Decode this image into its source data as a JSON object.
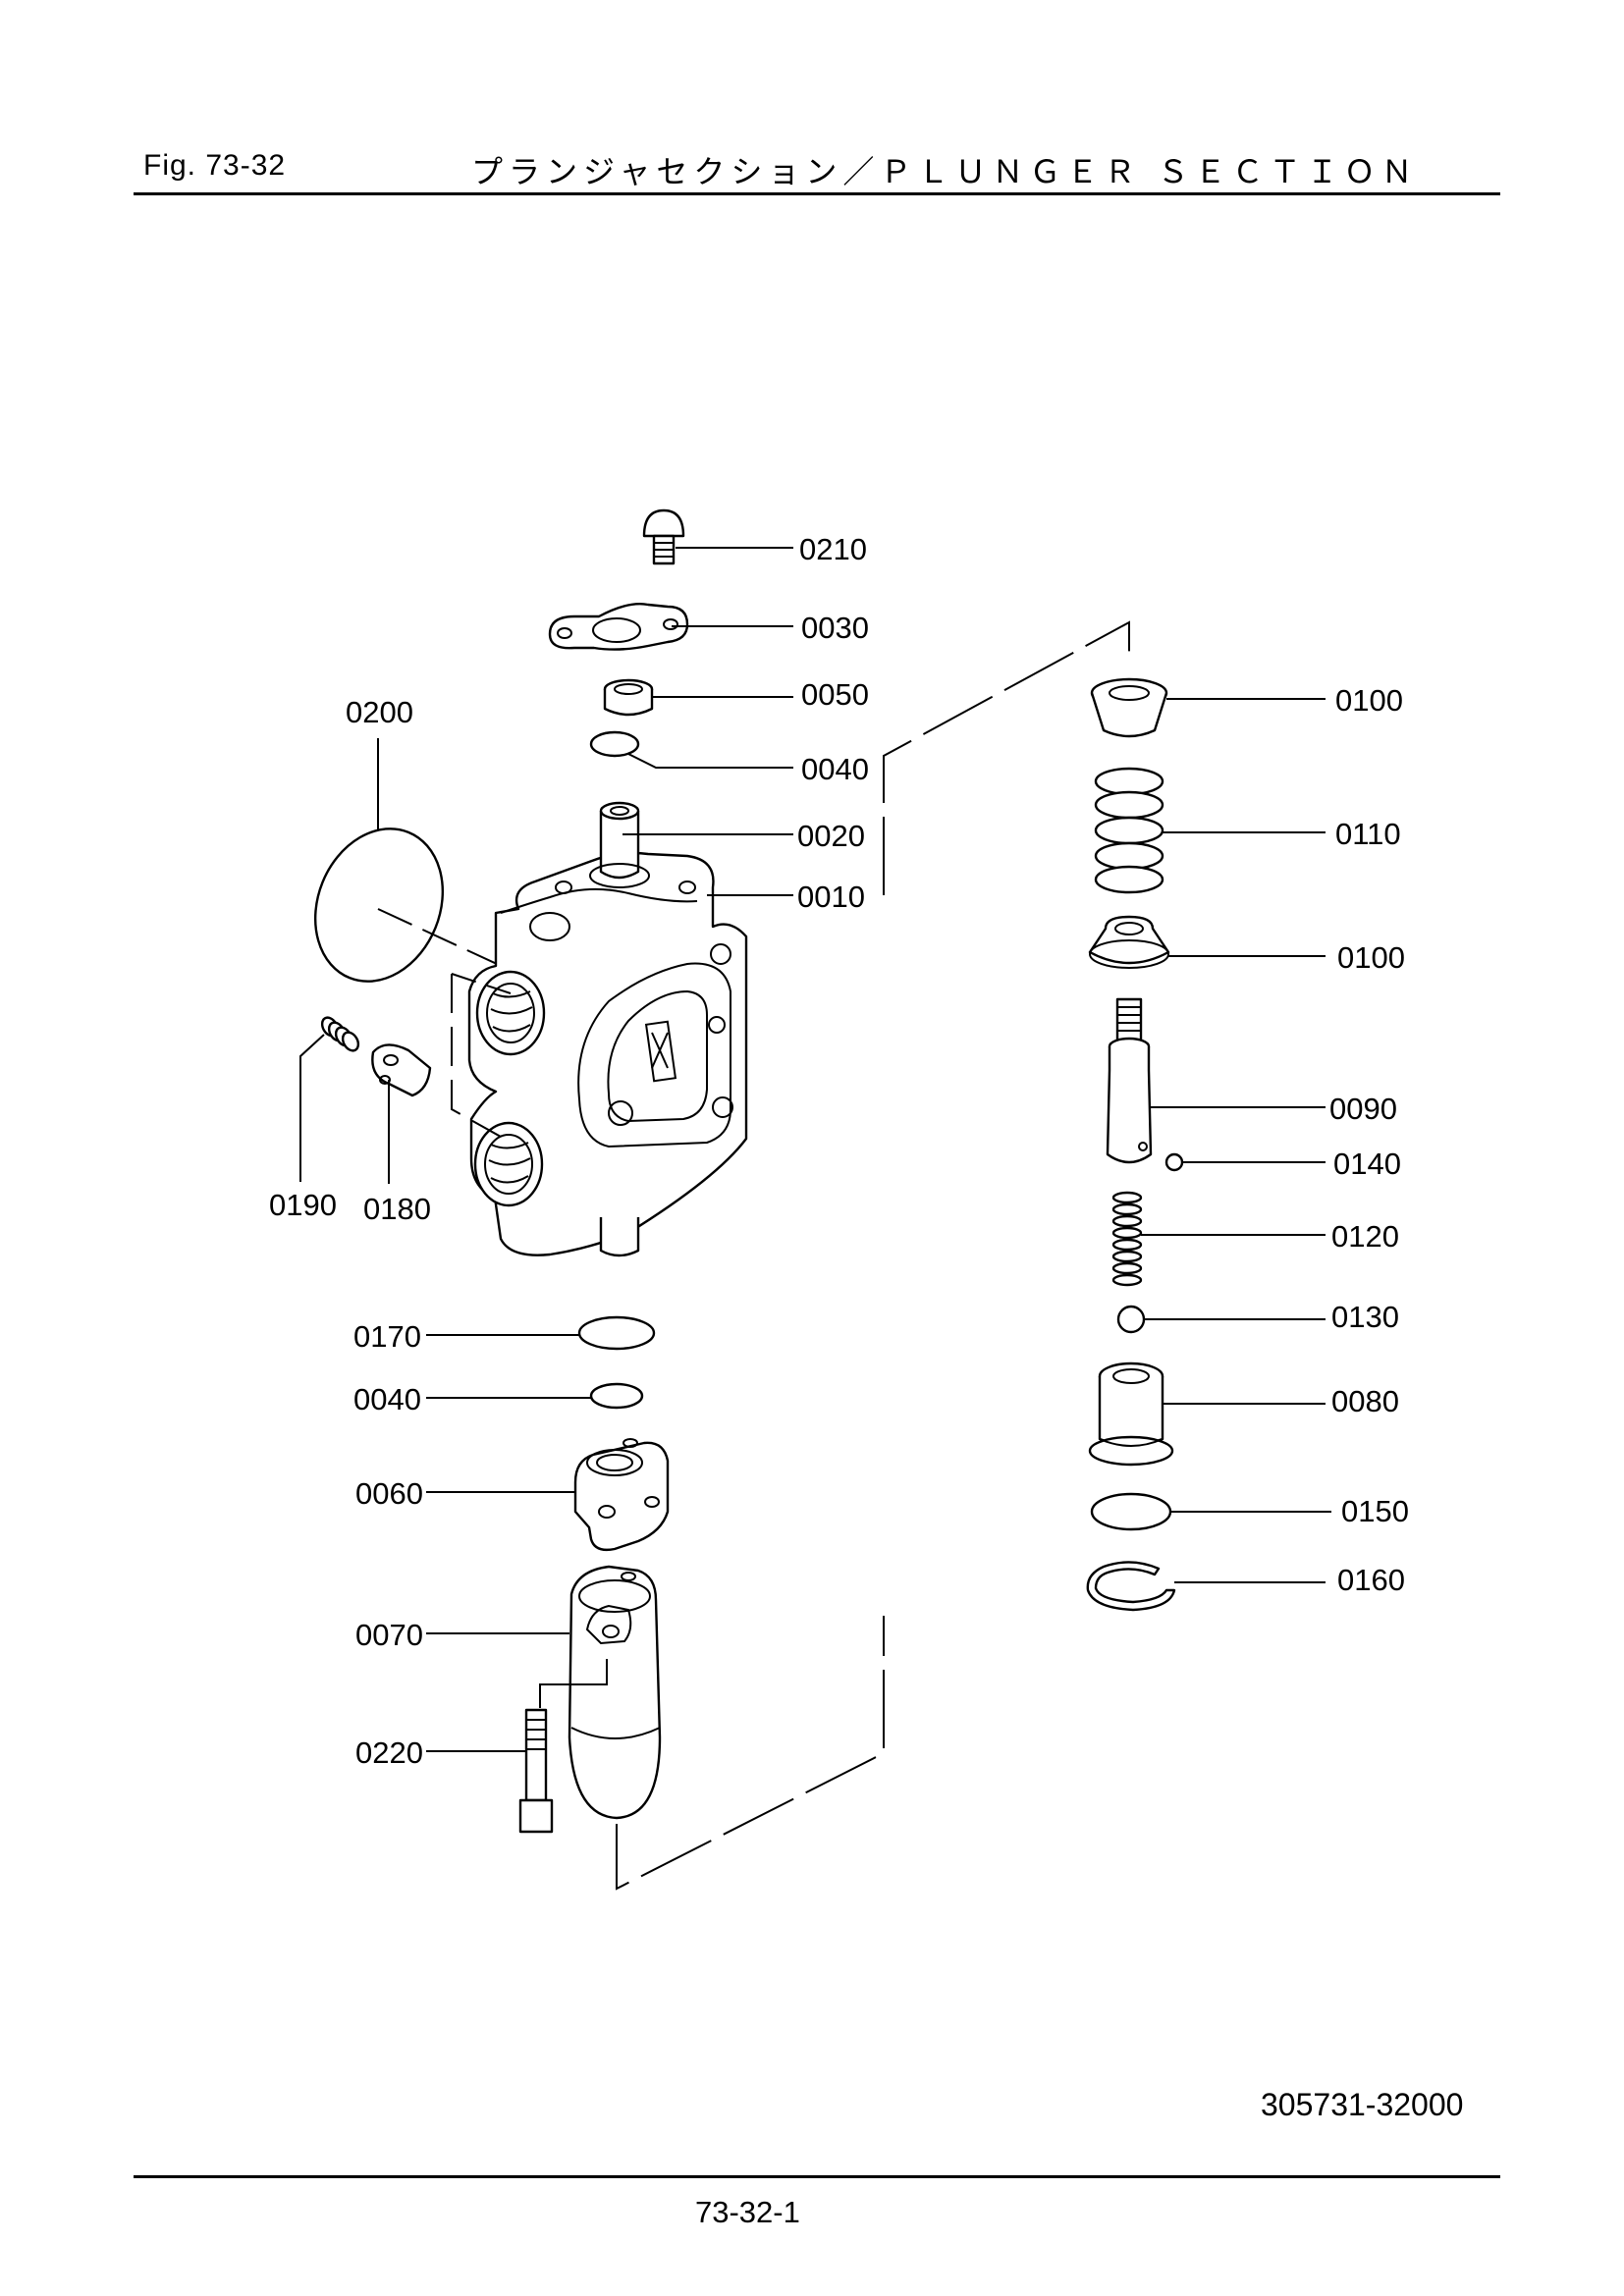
{
  "header": {
    "figure": "Fig.  73-32",
    "title": "プランジャセクション／ＰＬＵＮＧＥＲ ＳＥＣＴＩＯＮ"
  },
  "callouts": {
    "c0210": "0210",
    "c0030": "0030",
    "c0050": "0050",
    "c0040a": "0040",
    "c0020": "0020",
    "c0010": "0010",
    "c0200": "0200",
    "c0190": "0190",
    "c0180": "0180",
    "c0170": "0170",
    "c0040b": "0040",
    "c0060": "0060",
    "c0070": "0070",
    "c0220": "0220",
    "c0100a": "0100",
    "c0110": "0110",
    "c0100b": "0100",
    "c0090": "0090",
    "c0140": "0140",
    "c0120": "0120",
    "c0130": "0130",
    "c0080": "0080",
    "c0150": "0150",
    "c0160": "0160"
  },
  "footer": {
    "drawing_number": "305731-32000",
    "page": "73-32-1"
  }
}
